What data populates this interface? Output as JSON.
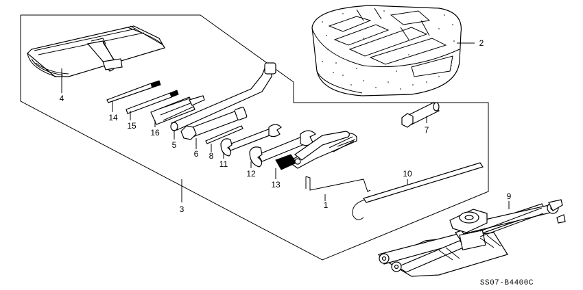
{
  "callouts": [
    {
      "id": "1",
      "text": "1"
    },
    {
      "id": "2",
      "text": "2"
    },
    {
      "id": "3",
      "text": "3"
    },
    {
      "id": "4",
      "text": "4"
    },
    {
      "id": "5",
      "text": "5"
    },
    {
      "id": "6",
      "text": "6"
    },
    {
      "id": "7",
      "text": "7"
    },
    {
      "id": "8",
      "text": "8"
    },
    {
      "id": "9",
      "text": "9"
    },
    {
      "id": "10",
      "text": "10"
    },
    {
      "id": "11",
      "text": "11"
    },
    {
      "id": "12",
      "text": "12"
    },
    {
      "id": "13",
      "text": "13"
    },
    {
      "id": "14",
      "text": "14"
    },
    {
      "id": "15",
      "text": "15"
    },
    {
      "id": "16",
      "text": "16"
    }
  ],
  "diagram_code": "SS07-B4400C"
}
